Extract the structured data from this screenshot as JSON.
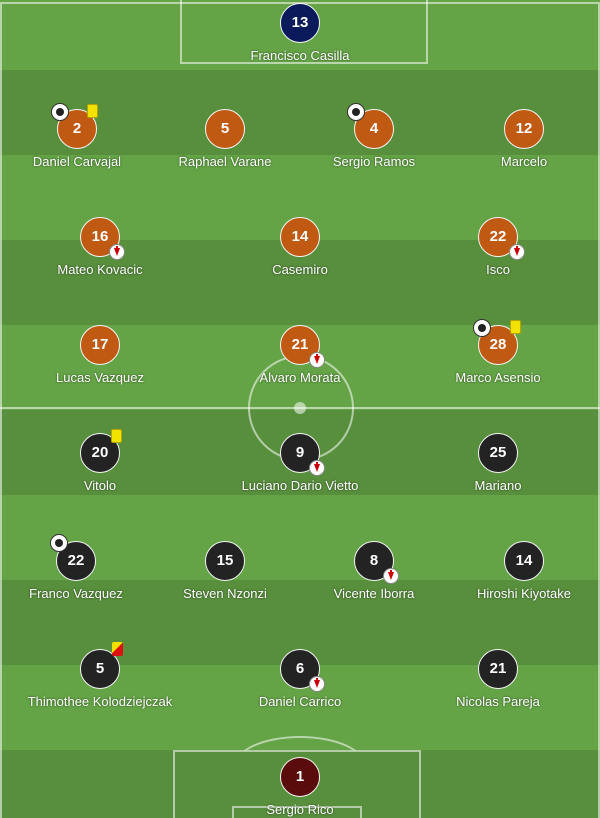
{
  "home": {
    "goalkeeper": {
      "number": "13",
      "name": "Francisco Casilla"
    },
    "defenders": [
      {
        "number": "2",
        "name": "Daniel Carvajal",
        "events": [
          "goal-ball-icon",
          "yellow-card-icon"
        ]
      },
      {
        "number": "5",
        "name": "Raphael Varane",
        "events": []
      },
      {
        "number": "4",
        "name": "Sergio Ramos",
        "events": [
          "goal-ball-icon"
        ]
      },
      {
        "number": "12",
        "name": "Marcelo",
        "events": []
      }
    ],
    "midfielders": [
      {
        "number": "16",
        "name": "Mateo Kovacic",
        "events": [
          "substitution-off-icon"
        ]
      },
      {
        "number": "14",
        "name": "Casemiro",
        "events": []
      },
      {
        "number": "22",
        "name": "Isco",
        "events": [
          "substitution-off-icon"
        ]
      }
    ],
    "forwards": [
      {
        "number": "17",
        "name": "Lucas Vazquez",
        "events": []
      },
      {
        "number": "21",
        "name": "Alvaro Morata",
        "events": [
          "substitution-off-icon"
        ]
      },
      {
        "number": "28",
        "name": "Marco Asensio",
        "events": [
          "goal-ball-icon",
          "yellow-card-icon"
        ]
      }
    ]
  },
  "away": {
    "forwards": [
      {
        "number": "20",
        "name": "Vitolo",
        "events": [
          "yellow-card-icon"
        ]
      },
      {
        "number": "9",
        "name": "Luciano Dario Vietto",
        "events": [
          "substitution-off-icon"
        ]
      },
      {
        "number": "25",
        "name": "Mariano",
        "events": []
      }
    ],
    "midfielders": [
      {
        "number": "22",
        "name": "Franco Vazquez",
        "events": [
          "goal-ball-icon"
        ]
      },
      {
        "number": "15",
        "name": "Steven Nzonzi",
        "events": []
      },
      {
        "number": "8",
        "name": "Vicente Iborra",
        "events": [
          "substitution-off-icon"
        ]
      },
      {
        "number": "14",
        "name": "Hiroshi Kiyotake",
        "events": []
      }
    ],
    "defenders": [
      {
        "number": "5",
        "name": "Thimothee Kolodziejczak",
        "events": [
          "red-card-icon"
        ]
      },
      {
        "number": "6",
        "name": "Daniel Carrico",
        "events": [
          "substitution-off-icon"
        ]
      },
      {
        "number": "21",
        "name": "Nicolas Pareja",
        "events": []
      }
    ],
    "goalkeeper": {
      "number": "1",
      "name": "Sergio Rico"
    }
  },
  "colors": {
    "home_shirt": "#c05a13",
    "home_goalkeeper": "#0b1a5a",
    "away_shirt": "#232323",
    "away_goalkeeper": "#5a0b0b",
    "pitch_light": "#64a446",
    "pitch_dark": "#588f3d"
  }
}
